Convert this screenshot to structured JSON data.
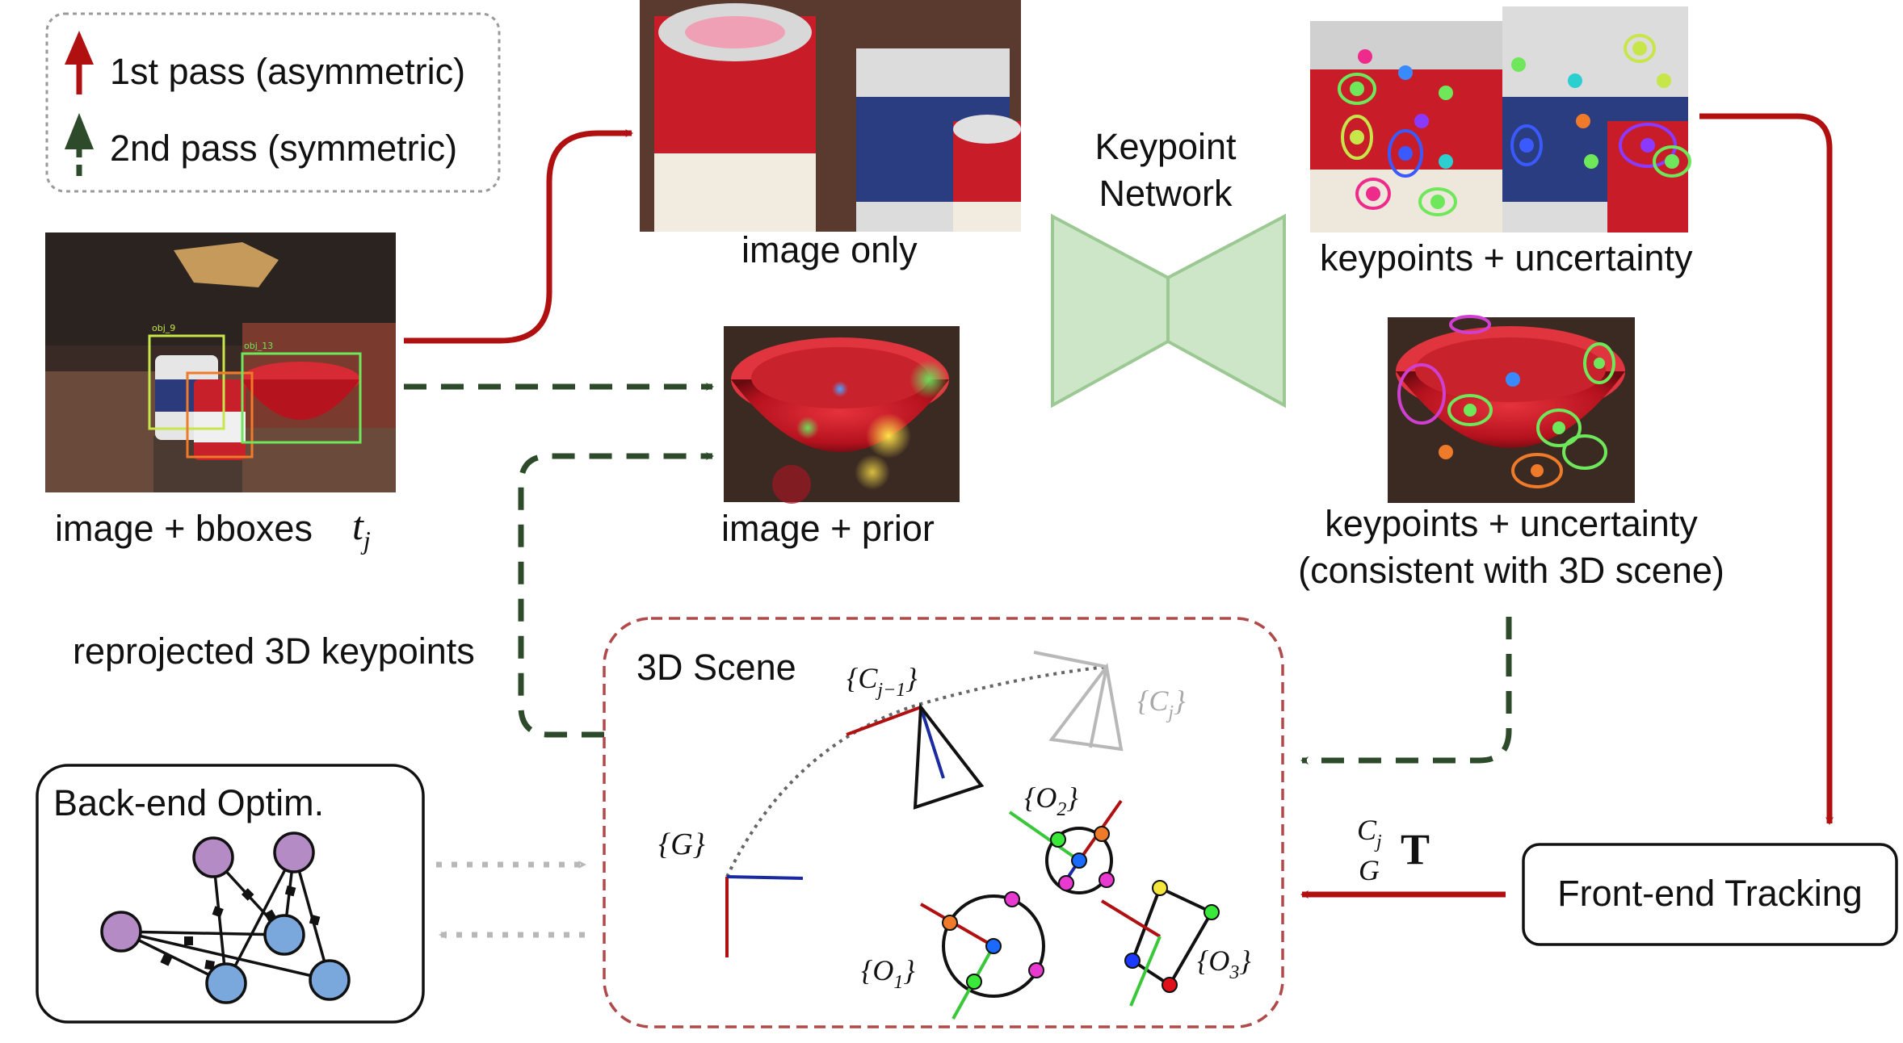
{
  "legend": {
    "first_pass": "1st pass (asymmetric)",
    "second_pass": "2nd pass (symmetric)"
  },
  "labels": {
    "image_bboxes": "image + bboxes",
    "t_j": "t",
    "t_j_sub": "j",
    "image_only": "image only",
    "image_prior": "image + prior",
    "keypoint_network_line1": "Keypoint",
    "keypoint_network_line2": "Network",
    "keypoints_uncertainty_top": "keypoints + uncertainty",
    "keypoints_uncertainty_bottom_line1": "keypoints + uncertainty",
    "keypoints_uncertainty_bottom_line2": "(consistent with 3D scene)",
    "reprojected": "reprojected 3D keypoints",
    "scene_title": "3D Scene",
    "backend_title": "Back-end Optim.",
    "frontend": "Front-end Tracking",
    "bbox_obj_9": "obj_9",
    "bbox_obj_13": "obj_13"
  },
  "scene": {
    "G": "{G}",
    "C_prev": "{C",
    "C_prev_sub": "j−1",
    "C_curr": "{C",
    "C_curr_sub": "j",
    "O1": "{O",
    "O1_sub": "1",
    "O2": "{O",
    "O2_sub": "2",
    "O3": "{O",
    "O3_sub": "3",
    "brace_close": "}",
    "transform_super": "C",
    "transform_super_sub": "j",
    "transform_sub": "G",
    "transform_T": "T"
  },
  "colors": {
    "first_pass": "#b01010",
    "second_pass": "#2d4a2a",
    "network": "#cde6c8",
    "network_stroke": "#9cc993",
    "graph_purple": "#b48bc4",
    "graph_blue": "#7aa8dc",
    "scene_border": "#b04a4a"
  }
}
